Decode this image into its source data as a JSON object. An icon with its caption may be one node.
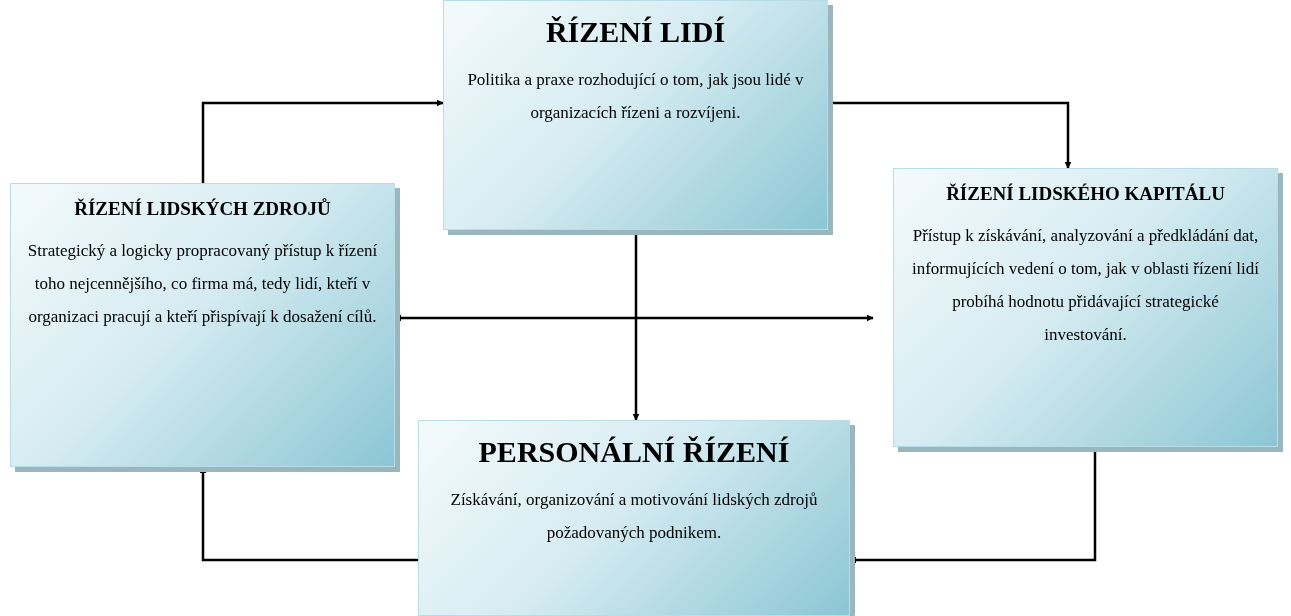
{
  "diagram": {
    "nodes": [
      {
        "text": [
          "ŘÍZENÍ LIDÍ",
          "Politika a praxe rozhodující o tom, jak jsou lidé v organizacích řízeni a rozvíjeni."
        ]
      },
      {
        "text": [
          "ŘÍZENÍ LIDSKÝCH ZDROJŮ",
          "Strategický a logicky propracovaný přístup k řízení toho nejcennějšího, co firma má, tedy lidí, kteří v organizaci pracují a kteří přispívají k dosažení cílů."
        ]
      },
      {
        "text": [
          "ŘÍZENÍ LIDSKÉHO KAPITÁLU",
          "Přístup k získávání, analyzování a předkládání dat, informujících vedení o tom, jak v oblasti řízení lidí probíhá hodnotu přidávající strategické investování."
        ]
      },
      {
        "text": [
          "PERSONÁLNÍ ŘÍZENÍ",
          "Získávání, organizování a motivování lidských zdrojů požadovaných podnikem."
        ]
      }
    ],
    "edges": [
      {
        "from": 1,
        "to": 0,
        "arrow": "to"
      },
      {
        "from": 0,
        "to": 2,
        "arrow": "to"
      },
      {
        "from": 0,
        "to": 3,
        "arrow": "to"
      },
      {
        "from": 1,
        "to": 2,
        "arrow": "both"
      },
      {
        "from": 2,
        "to": 3,
        "arrow": "to"
      },
      {
        "from": 3,
        "to": 1,
        "arrow": "to"
      }
    ]
  }
}
